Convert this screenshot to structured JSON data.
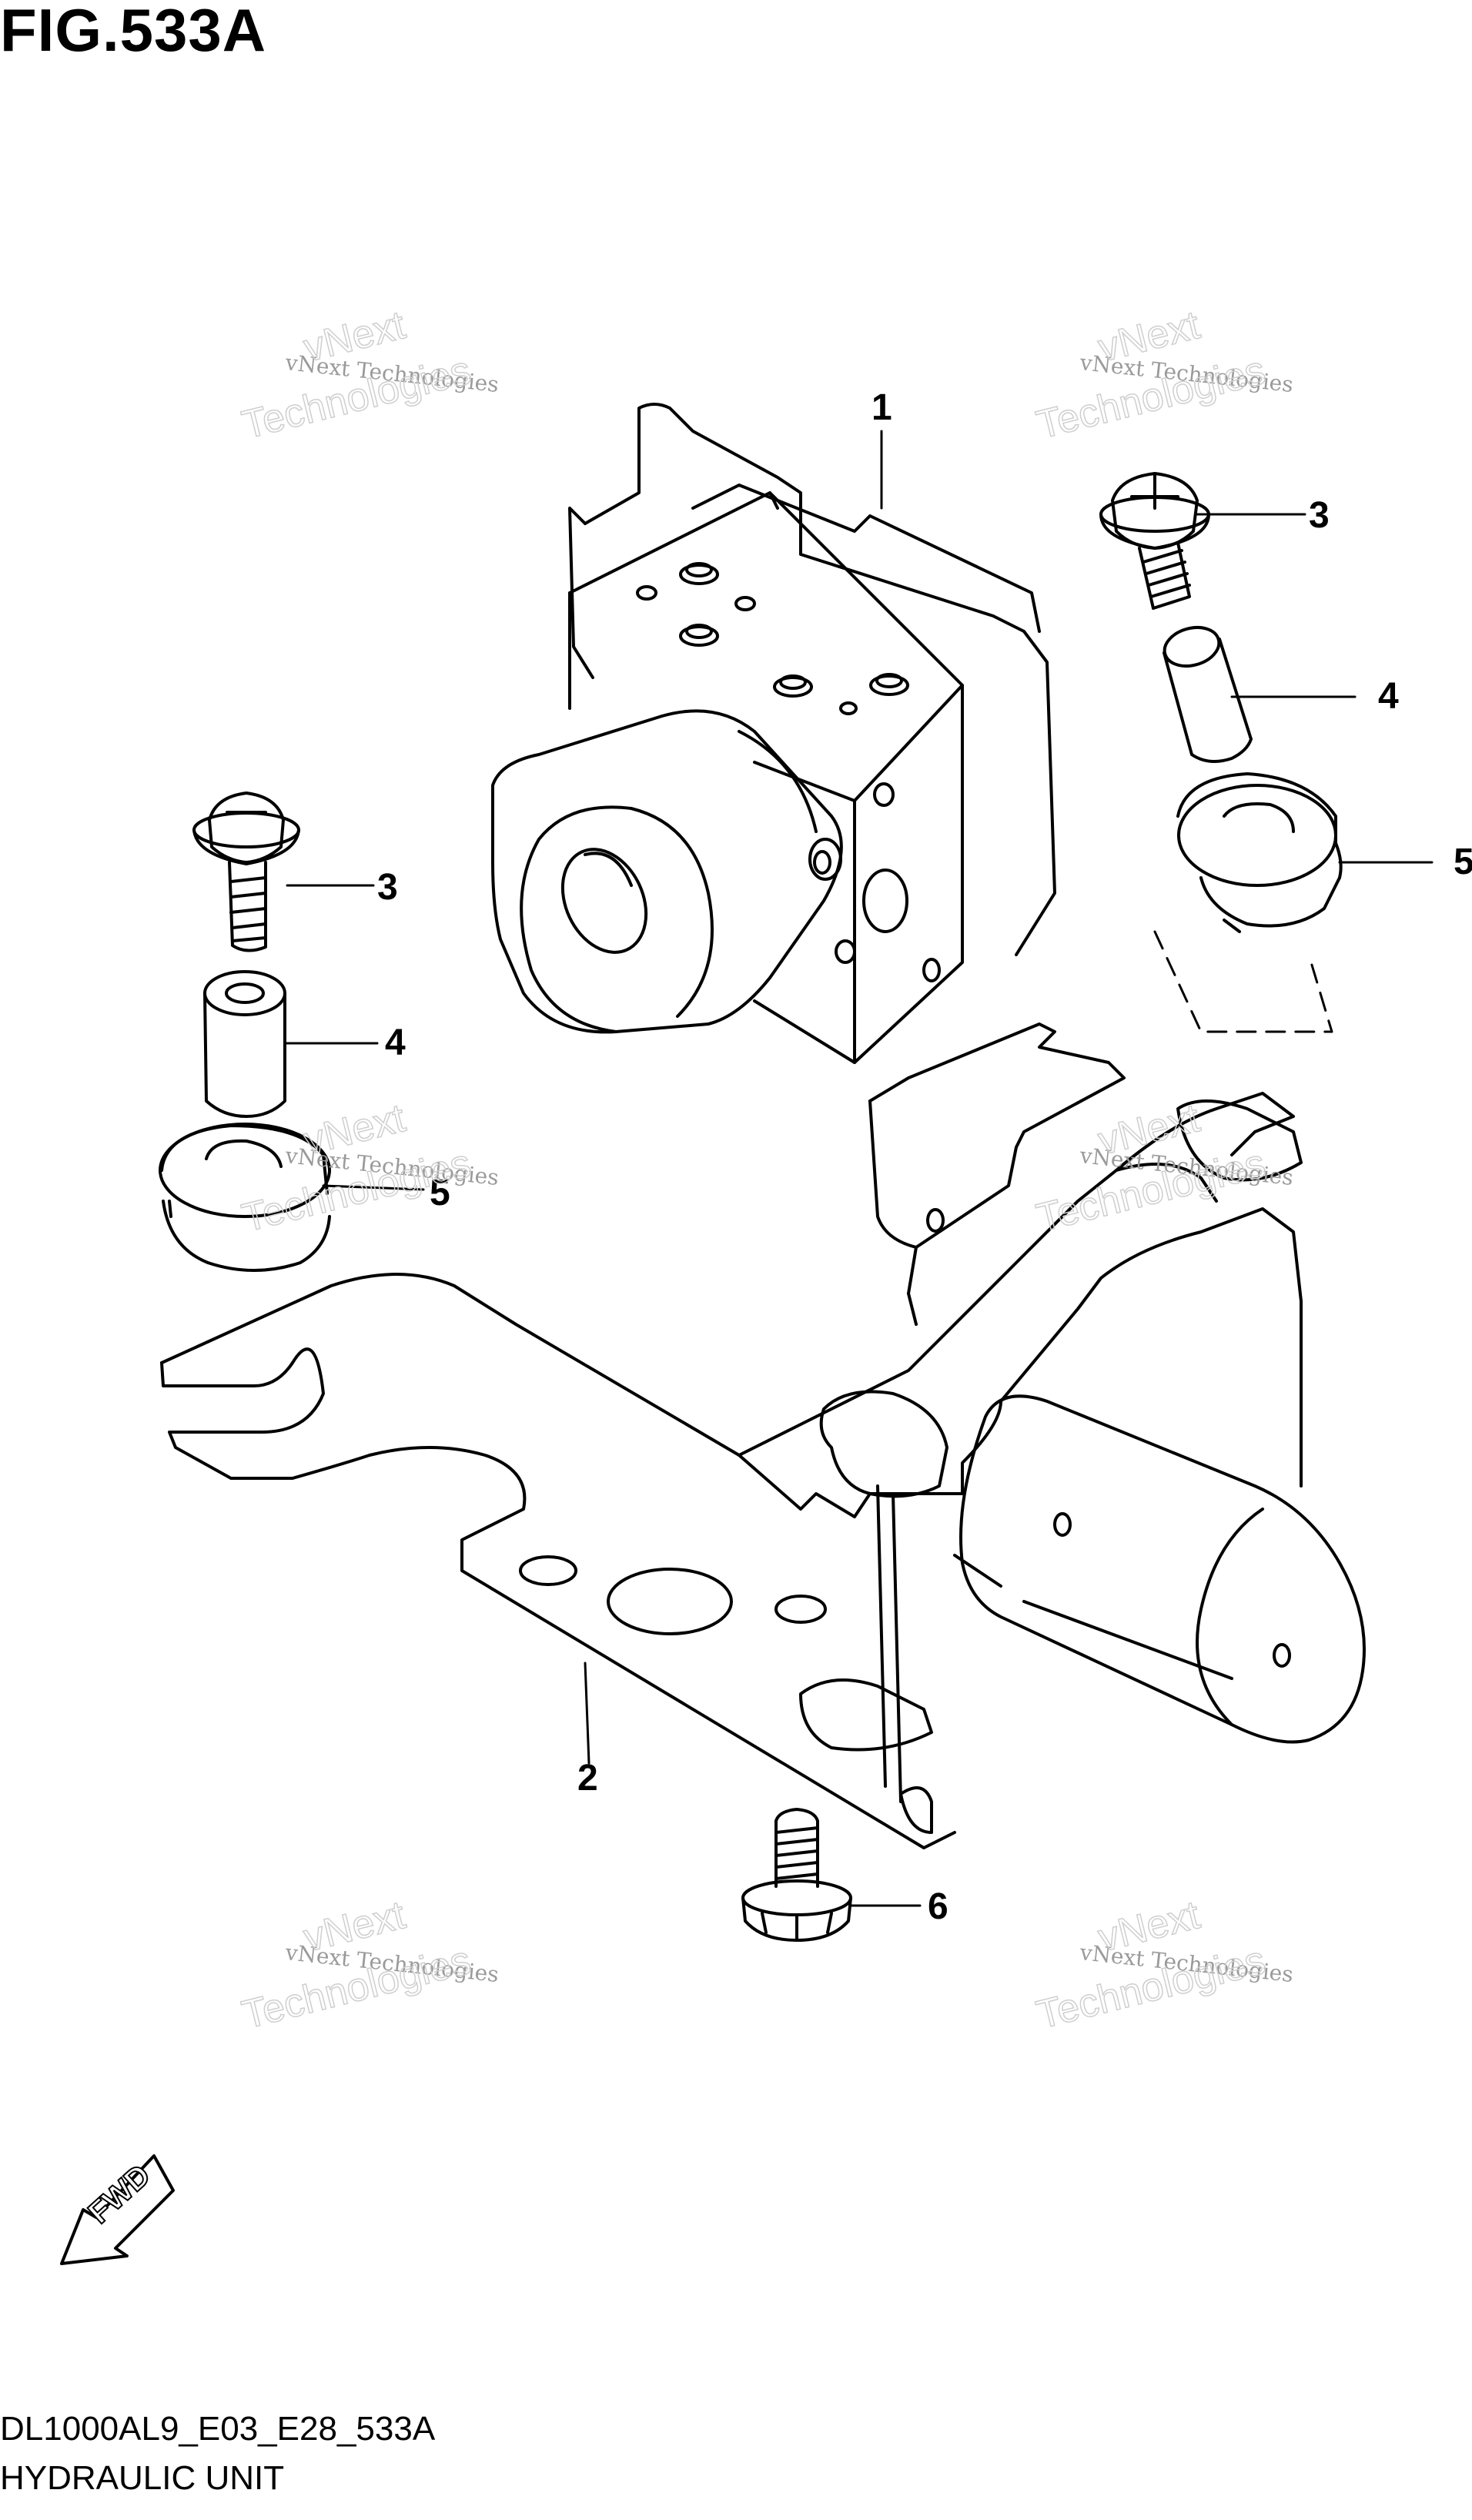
{
  "figure": {
    "title": "FIG.533A"
  },
  "callouts": [
    "1",
    "2",
    "3",
    "3",
    "4",
    "4",
    "5",
    "5",
    "6"
  ],
  "watermark": {
    "small_text": "vNext Technologies",
    "big_line1": "vNext",
    "big_line2": "Technologies"
  },
  "fwd_label": "FWD",
  "footer": {
    "code": "DL1000AL9_E03_E28_533A",
    "name": "HYDRAULIC UNIT"
  },
  "colors": {
    "line": "#000000",
    "background": "#ffffff",
    "watermark": "#9a9a9a"
  }
}
